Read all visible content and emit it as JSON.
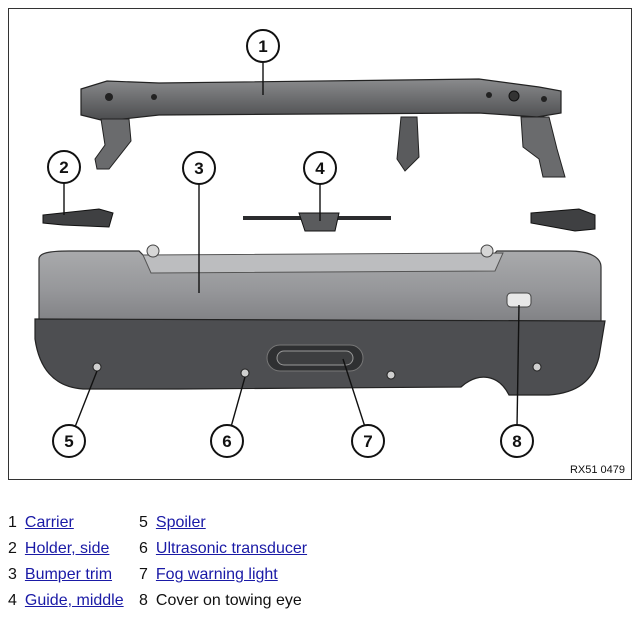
{
  "diagram": {
    "callouts": [
      "1",
      "2",
      "3",
      "4",
      "5",
      "6",
      "7",
      "8"
    ],
    "reference_code": "RX51 0479"
  },
  "legend": [
    {
      "number": "1",
      "label": "Carrier",
      "link": true
    },
    {
      "number": "2",
      "label": "Holder, side",
      "link": true
    },
    {
      "number": "3",
      "label": "Bumper trim",
      "link": true
    },
    {
      "number": "4",
      "label": "Guide, middle",
      "link": true
    },
    {
      "number": "5",
      "label": "Spoiler",
      "link": true
    },
    {
      "number": "6",
      "label": "Ultrasonic transducer",
      "link": true
    },
    {
      "number": "7",
      "label": "Fog warning light",
      "link": true
    },
    {
      "number": "8",
      "label": "Cover on towing eye",
      "link": false
    }
  ]
}
